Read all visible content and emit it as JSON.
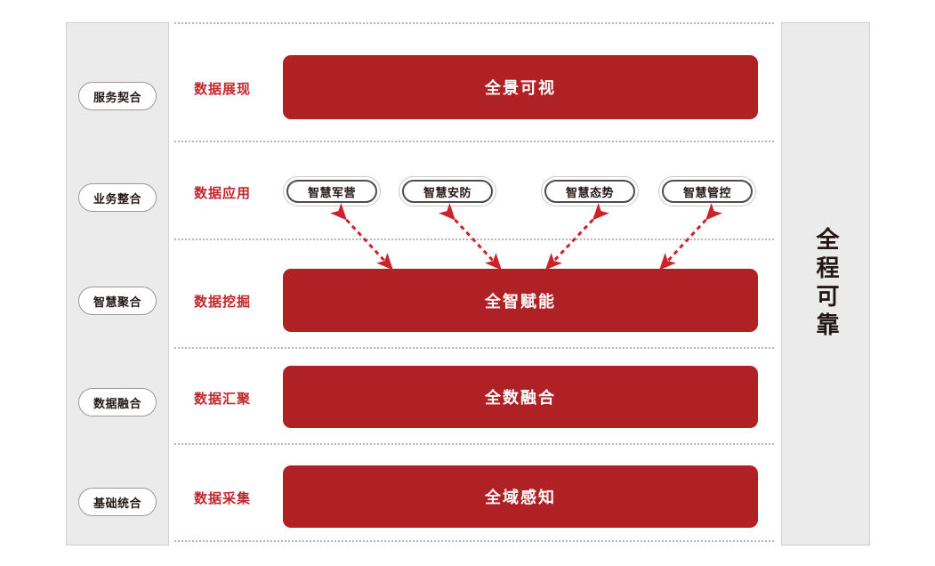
{
  "colors": {
    "accent_red": "#b02126",
    "label_red": "#c1272d",
    "panel_gray": "#ebebeb",
    "panel_border": "#cfcfcf",
    "divider_gray": "#b5b5b5",
    "text_dark": "#231815"
  },
  "left_panel": {
    "items": [
      {
        "label": "服务契合"
      },
      {
        "label": "业务整合"
      },
      {
        "label": "智慧聚合"
      },
      {
        "label": "数据融合"
      },
      {
        "label": "基础统合"
      }
    ]
  },
  "rows": [
    {
      "label": "数据展现",
      "bar": "全景可视"
    },
    {
      "label": "数据应用",
      "bar": null
    },
    {
      "label": "数据挖掘",
      "bar": "全智赋能"
    },
    {
      "label": "数据汇聚",
      "bar": "全数融合"
    },
    {
      "label": "数据采集",
      "bar": "全域感知"
    }
  ],
  "applications": [
    {
      "label": "智慧军营"
    },
    {
      "label": "智慧安防"
    },
    {
      "label": "智慧态势"
    },
    {
      "label": "智慧管控"
    }
  ],
  "right_panel": {
    "label": "全程可靠"
  }
}
